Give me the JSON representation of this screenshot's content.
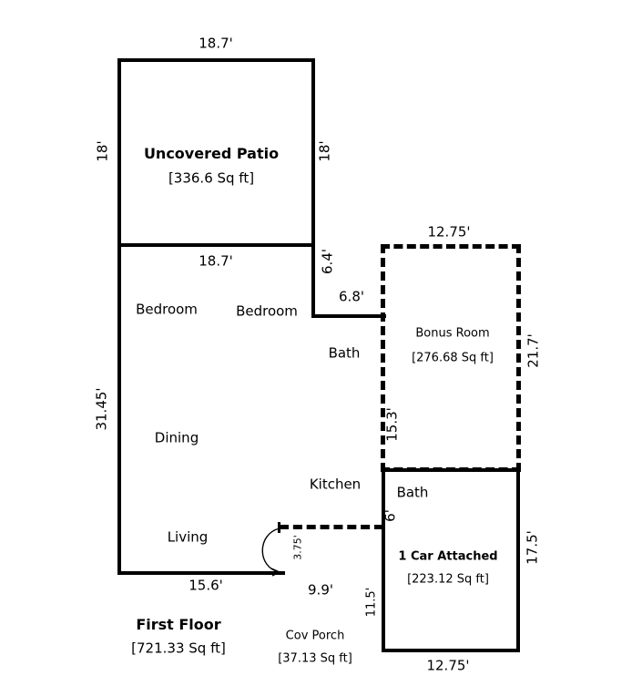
{
  "areas": {
    "patio": {
      "label": "Uncovered Patio",
      "sqft": "[336.6 Sq ft]"
    },
    "bonus": {
      "label": "Bonus Room",
      "sqft": "[276.68 Sq ft]"
    },
    "garage": {
      "label": "1 Car Attached",
      "sqft": "[223.12 Sq ft]"
    },
    "first_floor": {
      "label": "First Floor",
      "sqft": "[721.33 Sq ft]"
    },
    "porch": {
      "label": "Cov Porch",
      "sqft": "[37.13 Sq ft]"
    }
  },
  "rooms": {
    "bedroom_left": "Bedroom",
    "bedroom_right": "Bedroom",
    "bath_upper": "Bath",
    "dining": "Dining",
    "kitchen": "Kitchen",
    "bath_lower": "Bath",
    "living": "Living"
  },
  "dimensions": {
    "patio_top": "18.7'",
    "patio_left": "18'",
    "patio_right": "18'",
    "patio_bottom": "18.7'",
    "wall_right_upper": "6.4'",
    "wall_step": "6.8'",
    "bonus_top": "12.75'",
    "bonus_right": "21.7'",
    "bonus_left": "15.3'",
    "main_left": "31.45'",
    "living_bottom": "15.6'",
    "porch_width": "9.9'",
    "door_offset": "3.75'",
    "garage_left_upper": "6'",
    "porch_height": "11.5'",
    "garage_right": "17.5'",
    "garage_bottom": "12.75'"
  }
}
